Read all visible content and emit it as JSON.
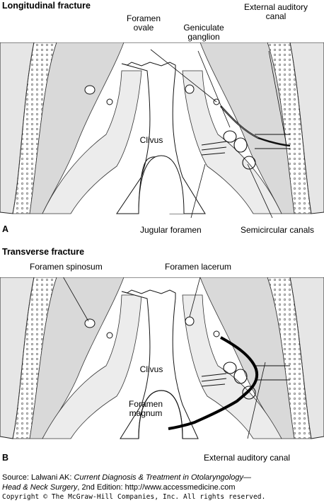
{
  "panel_a": {
    "title": "Longitudinal fracture",
    "letter": "A",
    "labels": {
      "foramen_ovale_1": "Foramen",
      "foramen_ovale_2": "ovale",
      "geniculate_1": "Geniculate",
      "geniculate_2": "ganglion",
      "external_canal_1": "External auditory",
      "external_canal_2": "canal",
      "clivus": "Clivus",
      "jugular_foramen": "Jugular foramen",
      "semicircular_canals": "Semicircular canals"
    }
  },
  "panel_b": {
    "title": "Transverse fracture",
    "letter": "B",
    "labels": {
      "foramen_spinosum": "Foramen spinosum",
      "foramen_lacerum": "Foramen lacerum",
      "clivus": "Clivus",
      "foramen_magnum_1": "Foramen",
      "foramen_magnum_2": "magnum",
      "external_canal": "External auditory canal"
    }
  },
  "caption": {
    "source_prefix": "Source: Lalwani AK: ",
    "book_title_1": "Current Diagnosis & Treatment in Otolaryngology—",
    "book_title_2": "Head & Neck Surgery",
    "edition_suffix": ", 2nd Edition: http://www.accessmedicine.com",
    "copyright": "Copyright © The McGraw-Hill Companies, Inc. All rights reserved."
  }
}
